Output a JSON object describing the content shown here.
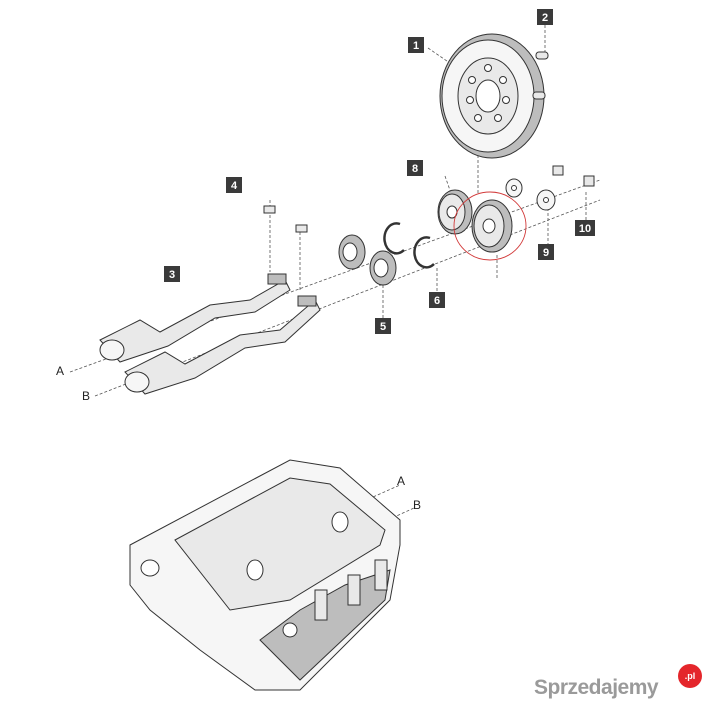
{
  "callouts": {
    "c1": "1",
    "c2": "2",
    "c3": "3",
    "c4": "4",
    "c5": "5",
    "c6": "6",
    "c8": "8",
    "c9": "9",
    "c10": "10"
  },
  "letters": {
    "a_upper": "A",
    "b_upper": "B",
    "a_lower": "A",
    "b_lower": "B"
  },
  "watermark": {
    "text": "Sprzedajemy",
    "badge": ".pl"
  },
  "colors": {
    "callout_bg": "#3a3a3a",
    "highlight_ring": "#d23a3a",
    "watermark": "#9a9a9a",
    "watermark_badge": "#e4262b"
  }
}
